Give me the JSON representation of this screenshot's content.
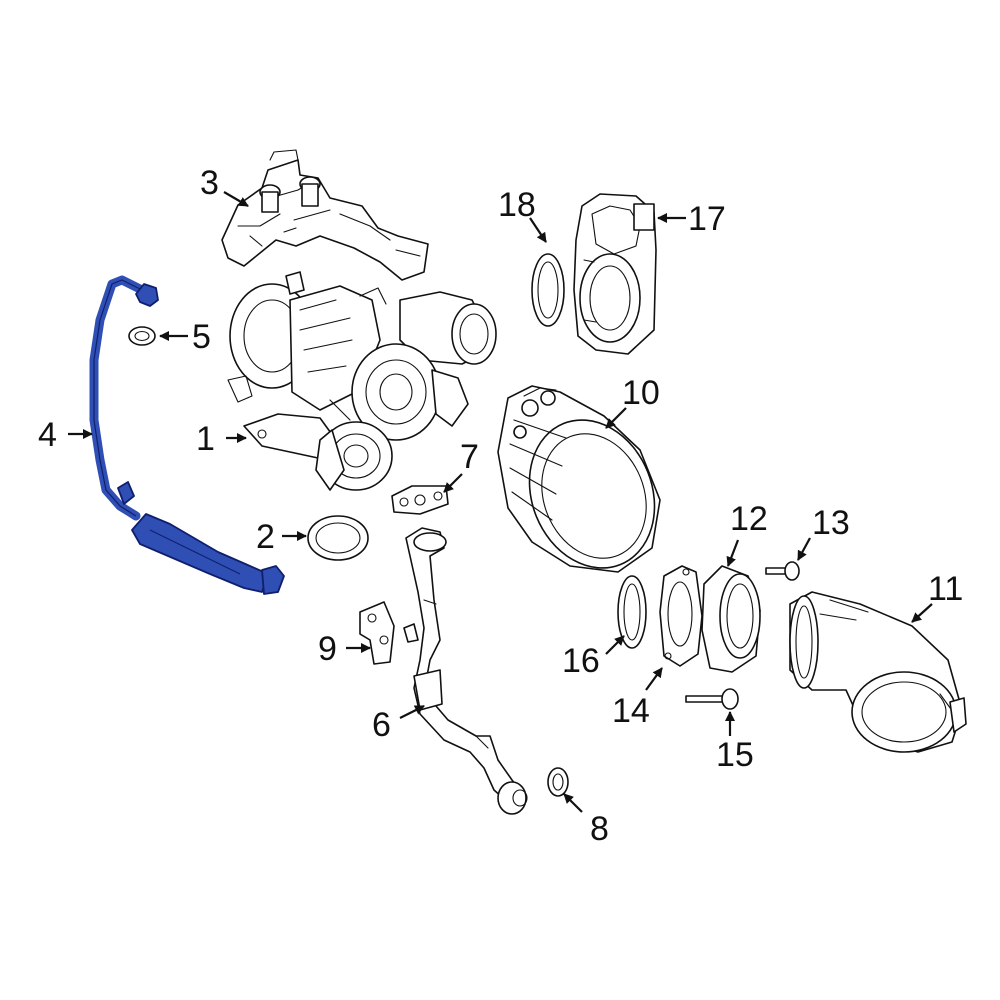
{
  "highlight_color": "#2f4fb5",
  "highlighted_part": "4",
  "callouts": {
    "c1": "1",
    "c2": "2",
    "c3": "3",
    "c4": "4",
    "c5": "5",
    "c6": "6",
    "c7": "7",
    "c8": "8",
    "c9": "9",
    "c10": "10",
    "c11": "11",
    "c12": "12",
    "c13": "13",
    "c14": "14",
    "c15": "15",
    "c16": "16",
    "c17": "17",
    "c18": "18"
  }
}
